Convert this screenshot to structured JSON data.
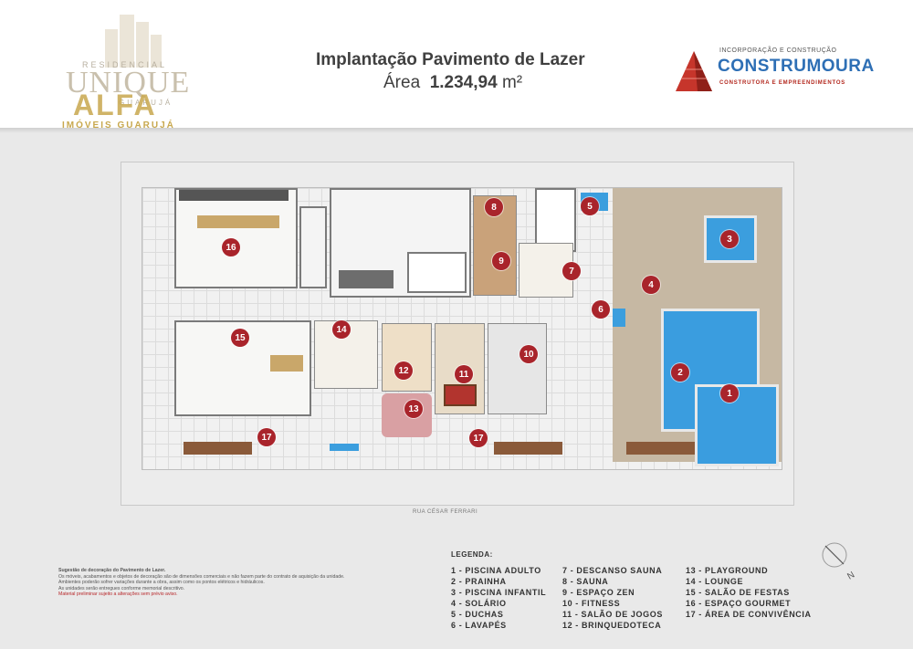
{
  "brand": {
    "residencial": "RESIDENCIAL",
    "name": "UNIQUE",
    "city": "GUARUJÁ",
    "agency": "ALFA",
    "agency_sub": "IMÓVEIS GUARUJÁ"
  },
  "heading": {
    "title": "Implantação Pavimento de Lazer",
    "area_label": "Área",
    "area_value": "1.234,94",
    "area_unit": "m²"
  },
  "developer": {
    "tagline": "INCORPORAÇÃO E CONSTRUÇÃO",
    "name": "CONSTRUMOURA",
    "subtitle": "CONSTRUTORA E EMPREENDIMENTOS",
    "color": "#2e6fb5",
    "accent": "#b3281e"
  },
  "plan": {
    "street": "RUA CÉSAR FERRARI",
    "marker_color": "#a9242b",
    "markers": [
      "1",
      "2",
      "3",
      "4",
      "5",
      "6",
      "7",
      "8",
      "9",
      "10",
      "11",
      "12",
      "13",
      "14",
      "15",
      "16",
      "17",
      "17"
    ]
  },
  "notes": {
    "heading": "Sugestão de decoração do Pavimento de Lazer.",
    "line1": "Os móveis, acabamentos e objetos de decoração são de dimensões comerciais e não fazem parte do contrato de aquisição da unidade.",
    "line2": "Ambientes poderão sofrer variações durante a obra, assim como os pontos elétricos e hidráulicos.",
    "line3": "As unidades serão entregues conforme memorial descritivo.",
    "line4": "Material preliminar sujeito a alterações sem prévio aviso."
  },
  "legend": {
    "title": "LEGENDA:",
    "col1": [
      "1 -  PISCINA ADULTO",
      "2 -  PRAINHA",
      "3 -  PISCINA INFANTIL",
      "4 -  SOLÁRIO",
      "5 -  DUCHAS",
      "6 -  LAVAPÉS"
    ],
    "col2": [
      "7 -  DESCANSO SAUNA",
      "8 -  SAUNA",
      "9 -  ESPAÇO ZEN",
      "10 -  FITNESS",
      "11 -  SALÃO DE JOGOS",
      "12 -  BRINQUEDOTECA"
    ],
    "col3": [
      "13 -  PLAYGROUND",
      "14 -  LOUNGE",
      "15 -  SALÃO DE FESTAS",
      "16 -  ESPAÇO GOURMET",
      "17 -  ÁREA DE CONVIVÊNCIA"
    ]
  },
  "compass": {
    "label": "N"
  }
}
